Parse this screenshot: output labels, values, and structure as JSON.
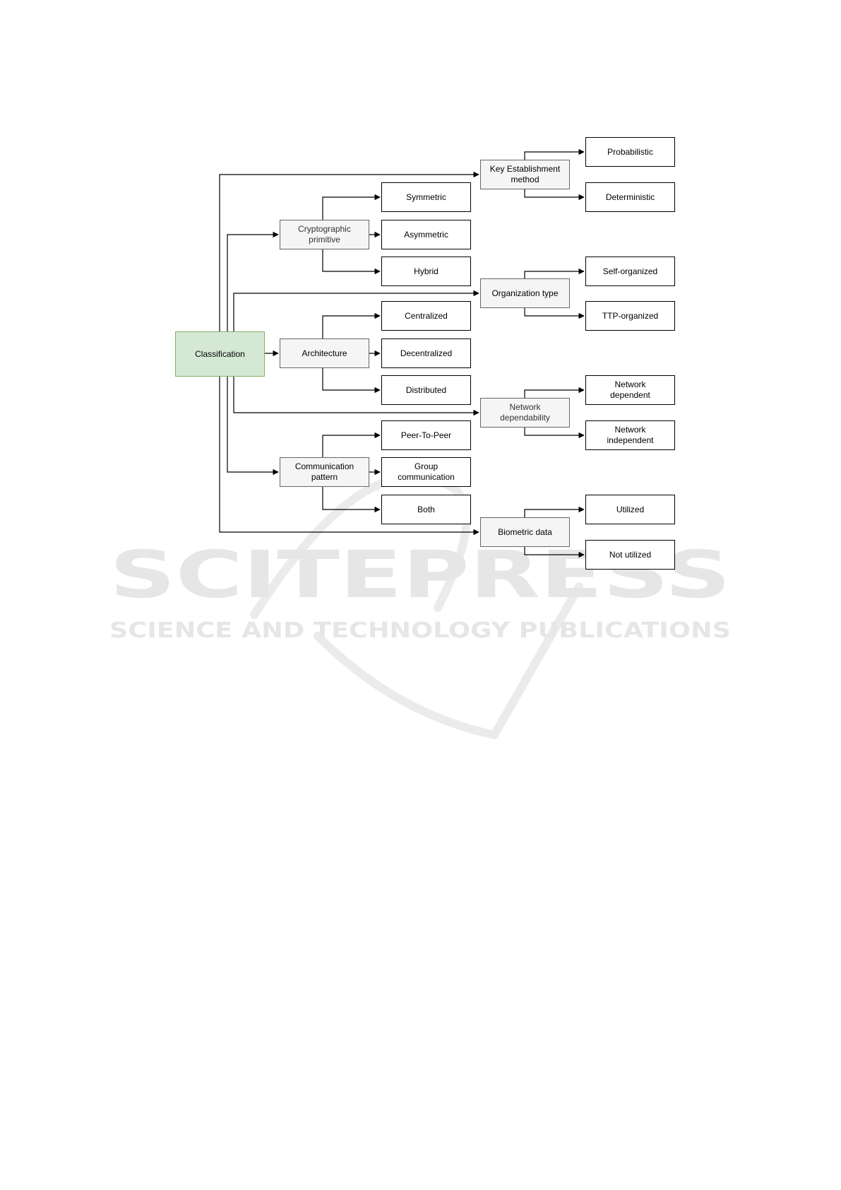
{
  "diagram": {
    "root": {
      "label": "Classification"
    },
    "mid": {
      "key_establishment": "Key Establishment\nmethod",
      "crypto_primitive": "Cryptographic\nprimitive",
      "org_type": "Organization type",
      "architecture": "Architecture",
      "network_dependability": "Network\ndependability",
      "communication_pattern": "Communication\npattern",
      "biometric_data": "Biometric data"
    },
    "leaves": {
      "probabilistic": "Probabilistic",
      "deterministic": "Deterministic",
      "symmetric": "Symmetric",
      "asymmetric": "Asymmetric",
      "hybrid": "Hybrid",
      "self_organized": "Self-organized",
      "ttp_organized": "TTP-organized",
      "centralized": "Centralized",
      "decentralized": "Decentralized",
      "distributed": "Distributed",
      "network_dependent": "Network\ndependent",
      "network_independent": "Network\nindependent",
      "peer_to_peer": "Peer-To-Peer",
      "group_communication": "Group\ncommunication",
      "both": "Both",
      "utilized": "Utilized",
      "not_utilized": "Not utilized"
    }
  },
  "watermark": {
    "title": "SCITEPRESS",
    "subtitle": "SCIENCE AND TECHNOLOGY PUBLICATIONS"
  },
  "colors": {
    "root_fill": "#d5e8d4",
    "root_border": "#82b366",
    "mid_fill": "#f5f5f5",
    "mid_border": "#666666",
    "leaf_border": "#000000",
    "watermark": "#e6e6e6"
  }
}
